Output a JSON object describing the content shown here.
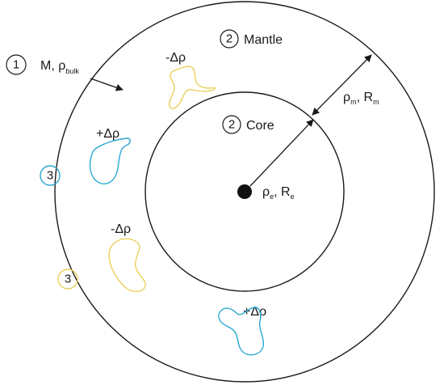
{
  "labels": {
    "label_1": {
      "number": "1",
      "prefix": "M, ρ",
      "sub": "bulk"
    },
    "mantle": {
      "number": "2",
      "text": "Mantle"
    },
    "core": {
      "number": "2",
      "text": "Core"
    },
    "mantle_params": {
      "rho": "ρ",
      "rho_sub": "m",
      "sep": ", R",
      "r_sub": "m"
    },
    "core_params": {
      "rho": "ρ",
      "rho_sub": "e",
      "sep": ", R",
      "r_sub": "e"
    },
    "blob_top": "-Δρ",
    "blob_left_blue": "+Δρ",
    "blob_left_yellow": "-Δρ",
    "blob_bottom": "+Δρ",
    "marker_blue": "3",
    "marker_yellow": "3"
  },
  "colors": {
    "line": "#1a1a1a",
    "blue": "#2aa8d2",
    "yellow": "#e8d15a"
  }
}
